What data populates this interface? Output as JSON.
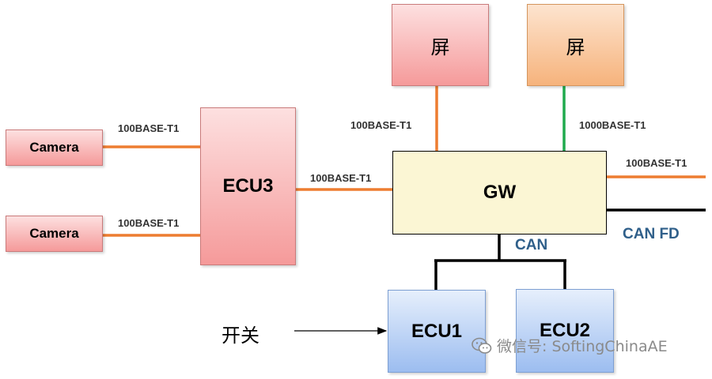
{
  "nodes": {
    "screen_left": "屏",
    "screen_right": "屏",
    "camera_top": "Camera",
    "camera_bottom": "Camera",
    "ecu3": "ECU3",
    "gw": "GW",
    "ecu1": "ECU1",
    "ecu2": "ECU2",
    "switch": "开关"
  },
  "links": {
    "camera_top_ecu3": "100BASE-T1",
    "camera_bottom_ecu3": "100BASE-T1",
    "ecu3_gw": "100BASE-T1",
    "screen_left_gw": "100BASE-T1",
    "screen_right_gw": "1000BASE-T1",
    "gw_out": "100BASE-T1"
  },
  "buses": {
    "can": "CAN",
    "canfd": "CAN FD"
  },
  "watermark": "微信号: SoftingChinaAE",
  "colors": {
    "link_100": "#ed7d31",
    "link_1000": "#1faa4d",
    "bus": "#000000"
  }
}
